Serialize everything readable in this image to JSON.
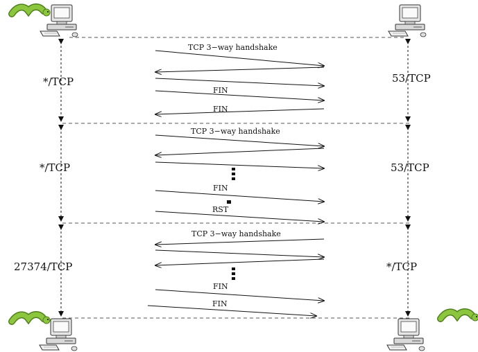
{
  "diagram": {
    "sections": [
      {
        "left_port": "*/TCP",
        "right_port": "53/TCP",
        "arrows": [
          {
            "dir": "right",
            "label": "TCP 3−way handshake"
          },
          {
            "dir": "left",
            "label": ""
          },
          {
            "dir": "right",
            "label": ""
          },
          {
            "dir": "right",
            "label": "FIN"
          },
          {
            "dir": "left",
            "label": "FIN"
          }
        ]
      },
      {
        "left_port": "*/TCP",
        "right_port": "53/TCP",
        "arrows": [
          {
            "dir": "right",
            "label": "TCP 3−way handshake"
          },
          {
            "dir": "left",
            "label": ""
          },
          {
            "dir": "right",
            "label": ""
          },
          {
            "dir": "right",
            "label": "FIN"
          },
          {
            "dir": "right",
            "label": "RST"
          }
        ]
      },
      {
        "left_port": "27374/TCP",
        "right_port": "*/TCP",
        "arrows": [
          {
            "dir": "left",
            "label": "TCP 3−way handshake"
          },
          {
            "dir": "right",
            "label": ""
          },
          {
            "dir": "left",
            "label": ""
          },
          {
            "dir": "right",
            "label": "FIN"
          },
          {
            "dir": "right",
            "label": "FIN"
          }
        ]
      }
    ],
    "icons": {
      "host": "computer-icon",
      "worm": "caterpillar-icon"
    },
    "colors": {
      "line": "#111111",
      "dashed": "#555555",
      "worm_body": "#8cc63f",
      "worm_dark": "#4f7f1c",
      "computer_case": "#d9d9d9"
    }
  }
}
